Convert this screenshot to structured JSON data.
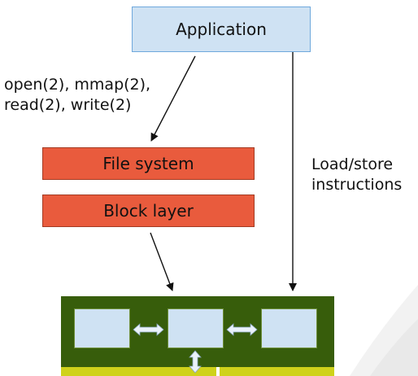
{
  "application": {
    "label": "Application"
  },
  "file_system": {
    "label": "File system"
  },
  "block_layer": {
    "label": "Block layer"
  },
  "syscalls": {
    "line1": "open(2), mmap(2),",
    "line2": "read(2), write(2)"
  },
  "load_store": {
    "line1": "Load/store",
    "line2": "instructions"
  },
  "colors": {
    "application_fill": "#cfe2f3",
    "layer_fill": "#e95b3d",
    "board_fill": "#375d0b",
    "pins_fill": "#cfd21b",
    "chip_fill": "#cfe2f3"
  },
  "icons": {
    "bidirectional_arrow": "double-headed-arrow"
  }
}
